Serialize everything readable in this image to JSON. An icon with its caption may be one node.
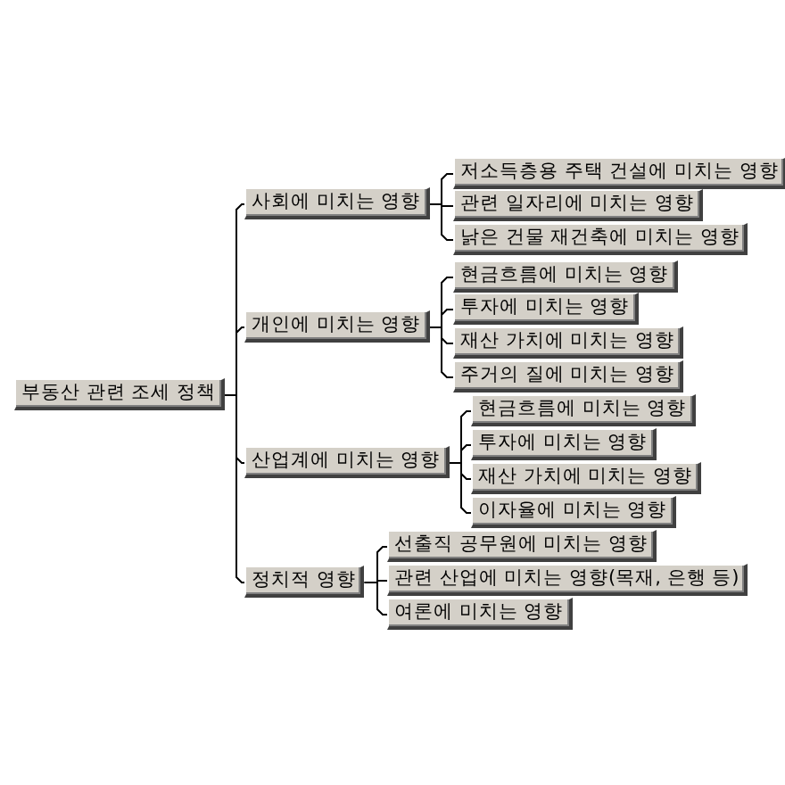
{
  "diagram": {
    "nodes": [
      {
        "text": [
          "부동산 관련 조세 정책"
        ]
      },
      {
        "text": [
          "사회에 미치는 영향"
        ]
      },
      {
        "text": [
          "저소득층용 주택 건설에 미치는 영향"
        ]
      },
      {
        "text": [
          "관련 일자리에 미치는 영향"
        ]
      },
      {
        "text": [
          "낡은 건물 재건축에 미치는 영향"
        ]
      },
      {
        "text": [
          "개인에 미치는 영향"
        ]
      },
      {
        "text": [
          "현금흐름에 미치는 영향"
        ]
      },
      {
        "text": [
          "투자에 미치는 영향"
        ]
      },
      {
        "text": [
          "재산 가치에 미치는 영향"
        ]
      },
      {
        "text": [
          "주거의 질에 미치는 영향"
        ]
      },
      {
        "text": [
          "산업계에 미치는 영향"
        ]
      },
      {
        "text": [
          "현금흐름에 미치는 영향"
        ]
      },
      {
        "text": [
          "투자에 미치는 영향"
        ]
      },
      {
        "text": [
          "재산 가치에 미치는 영향"
        ]
      },
      {
        "text": [
          "이자율에 미치는 영향"
        ]
      },
      {
        "text": [
          "정치적 영향"
        ]
      },
      {
        "text": [
          "선출직 공무원에 미치는 영향"
        ]
      },
      {
        "text": [
          "관련 산업에 미치는 영향(목재, 은행 등)"
        ]
      },
      {
        "text": [
          "여론에 미치는 영향"
        ]
      }
    ],
    "edges": [
      {
        "from": 0,
        "to": 1,
        "arrow": "none"
      },
      {
        "from": 0,
        "to": 5,
        "arrow": "none"
      },
      {
        "from": 0,
        "to": 10,
        "arrow": "none"
      },
      {
        "from": 0,
        "to": 15,
        "arrow": "none"
      },
      {
        "from": 1,
        "to": 2,
        "arrow": "none"
      },
      {
        "from": 1,
        "to": 3,
        "arrow": "none"
      },
      {
        "from": 1,
        "to": 4,
        "arrow": "none"
      },
      {
        "from": 5,
        "to": 6,
        "arrow": "none"
      },
      {
        "from": 5,
        "to": 7,
        "arrow": "none"
      },
      {
        "from": 5,
        "to": 8,
        "arrow": "none"
      },
      {
        "from": 5,
        "to": 9,
        "arrow": "none"
      },
      {
        "from": 10,
        "to": 11,
        "arrow": "none"
      },
      {
        "from": 10,
        "to": 12,
        "arrow": "none"
      },
      {
        "from": 10,
        "to": 13,
        "arrow": "none"
      },
      {
        "from": 10,
        "to": 14,
        "arrow": "none"
      },
      {
        "from": 15,
        "to": 16,
        "arrow": "none"
      },
      {
        "from": 15,
        "to": 17,
        "arrow": "none"
      },
      {
        "from": 15,
        "to": 18,
        "arrow": "none"
      }
    ]
  }
}
